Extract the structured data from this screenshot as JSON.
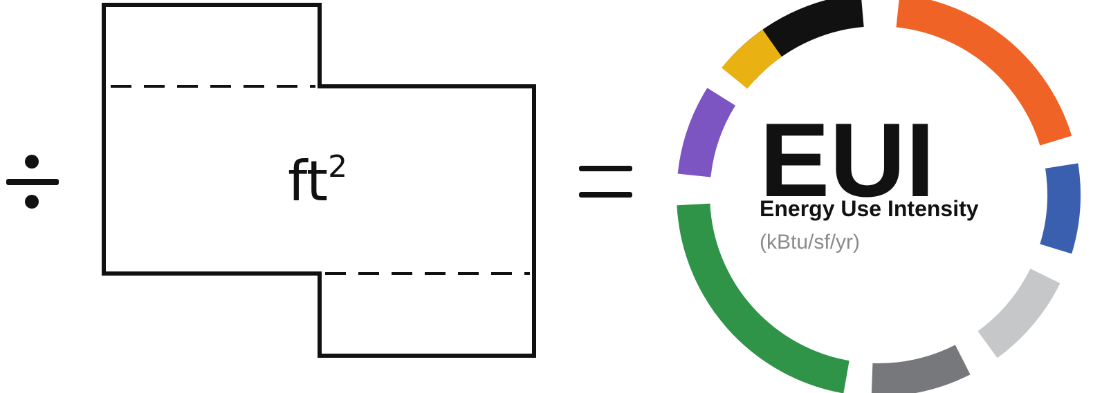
{
  "operators": {
    "divide": "÷",
    "equals": "="
  },
  "floor_plan": {
    "unit_base": "ft",
    "unit_exponent": "2"
  },
  "badge": {
    "title": "EUI",
    "subtitle": "Energy Use Intensity",
    "units": "(kBtu/sf/yr)",
    "ring_colors": [
      "#111111",
      "#ef6326",
      "#3a5fae",
      "#c6c7c9",
      "#77787b",
      "#2f9448",
      "#7c55c2",
      "#e9b112"
    ]
  }
}
